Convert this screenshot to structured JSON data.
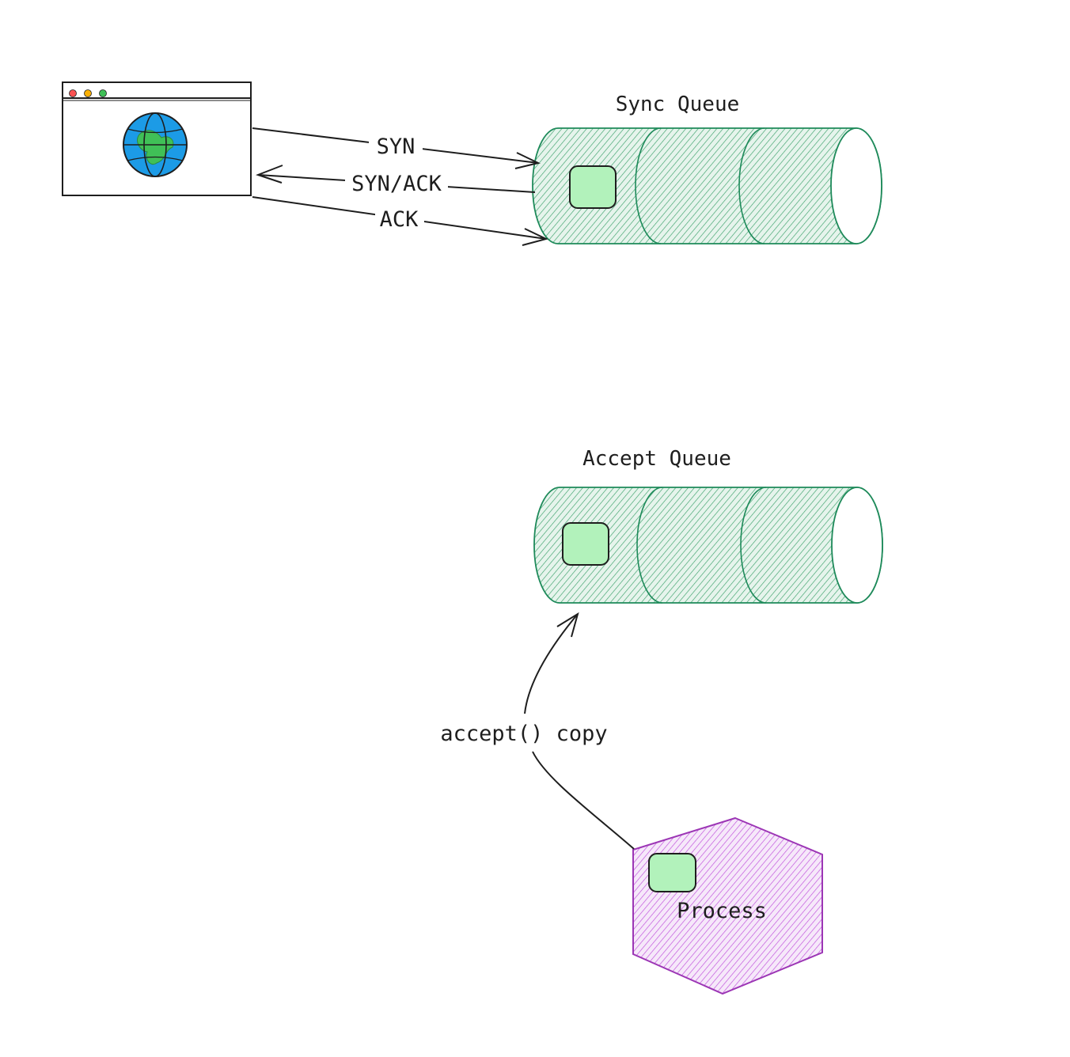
{
  "colors": {
    "queue_fill": "#3aa06a",
    "queue_stroke": "#1e8a5a",
    "item_fill": "#b2f2bb",
    "item_stroke": "#1e1e1e",
    "process_stroke": "#9c36b5",
    "process_fill": "#be4bdb",
    "arrow": "#1e1e1e",
    "globe_water": "#1c9be6",
    "globe_land": "#40c057",
    "dot_red": "#fa5252",
    "dot_yellow": "#fab005",
    "dot_green": "#40c057"
  },
  "icons": {
    "browser": "browser-window-icon",
    "globe": "globe-icon"
  },
  "sync_queue": {
    "title": "Sync Queue"
  },
  "accept_queue": {
    "title": "Accept Queue"
  },
  "handshake": {
    "syn": "SYN",
    "syn_ack": "SYN/ACK",
    "ack": "ACK"
  },
  "accept_edge": {
    "label": "accept() copy"
  },
  "process": {
    "label": "Process"
  }
}
